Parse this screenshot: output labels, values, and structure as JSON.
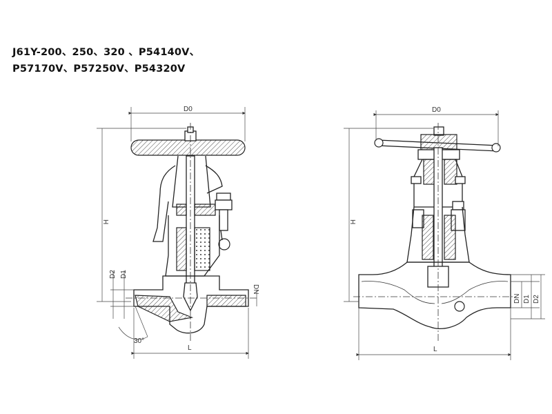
{
  "title": {
    "line1": "J61Y-200、250、320 、P54140V、",
    "line2": "P57170V、P57250V、P54320V"
  },
  "labels": {
    "left": {
      "D0": "D0",
      "H": "H",
      "D2": "D2",
      "D1": "D1",
      "DN": "DN",
      "L": "L",
      "angle": "30°"
    },
    "right": {
      "D0": "D0",
      "H": "H",
      "DN": "DN",
      "D1": "D1",
      "D2": "D2",
      "L": "L"
    }
  }
}
